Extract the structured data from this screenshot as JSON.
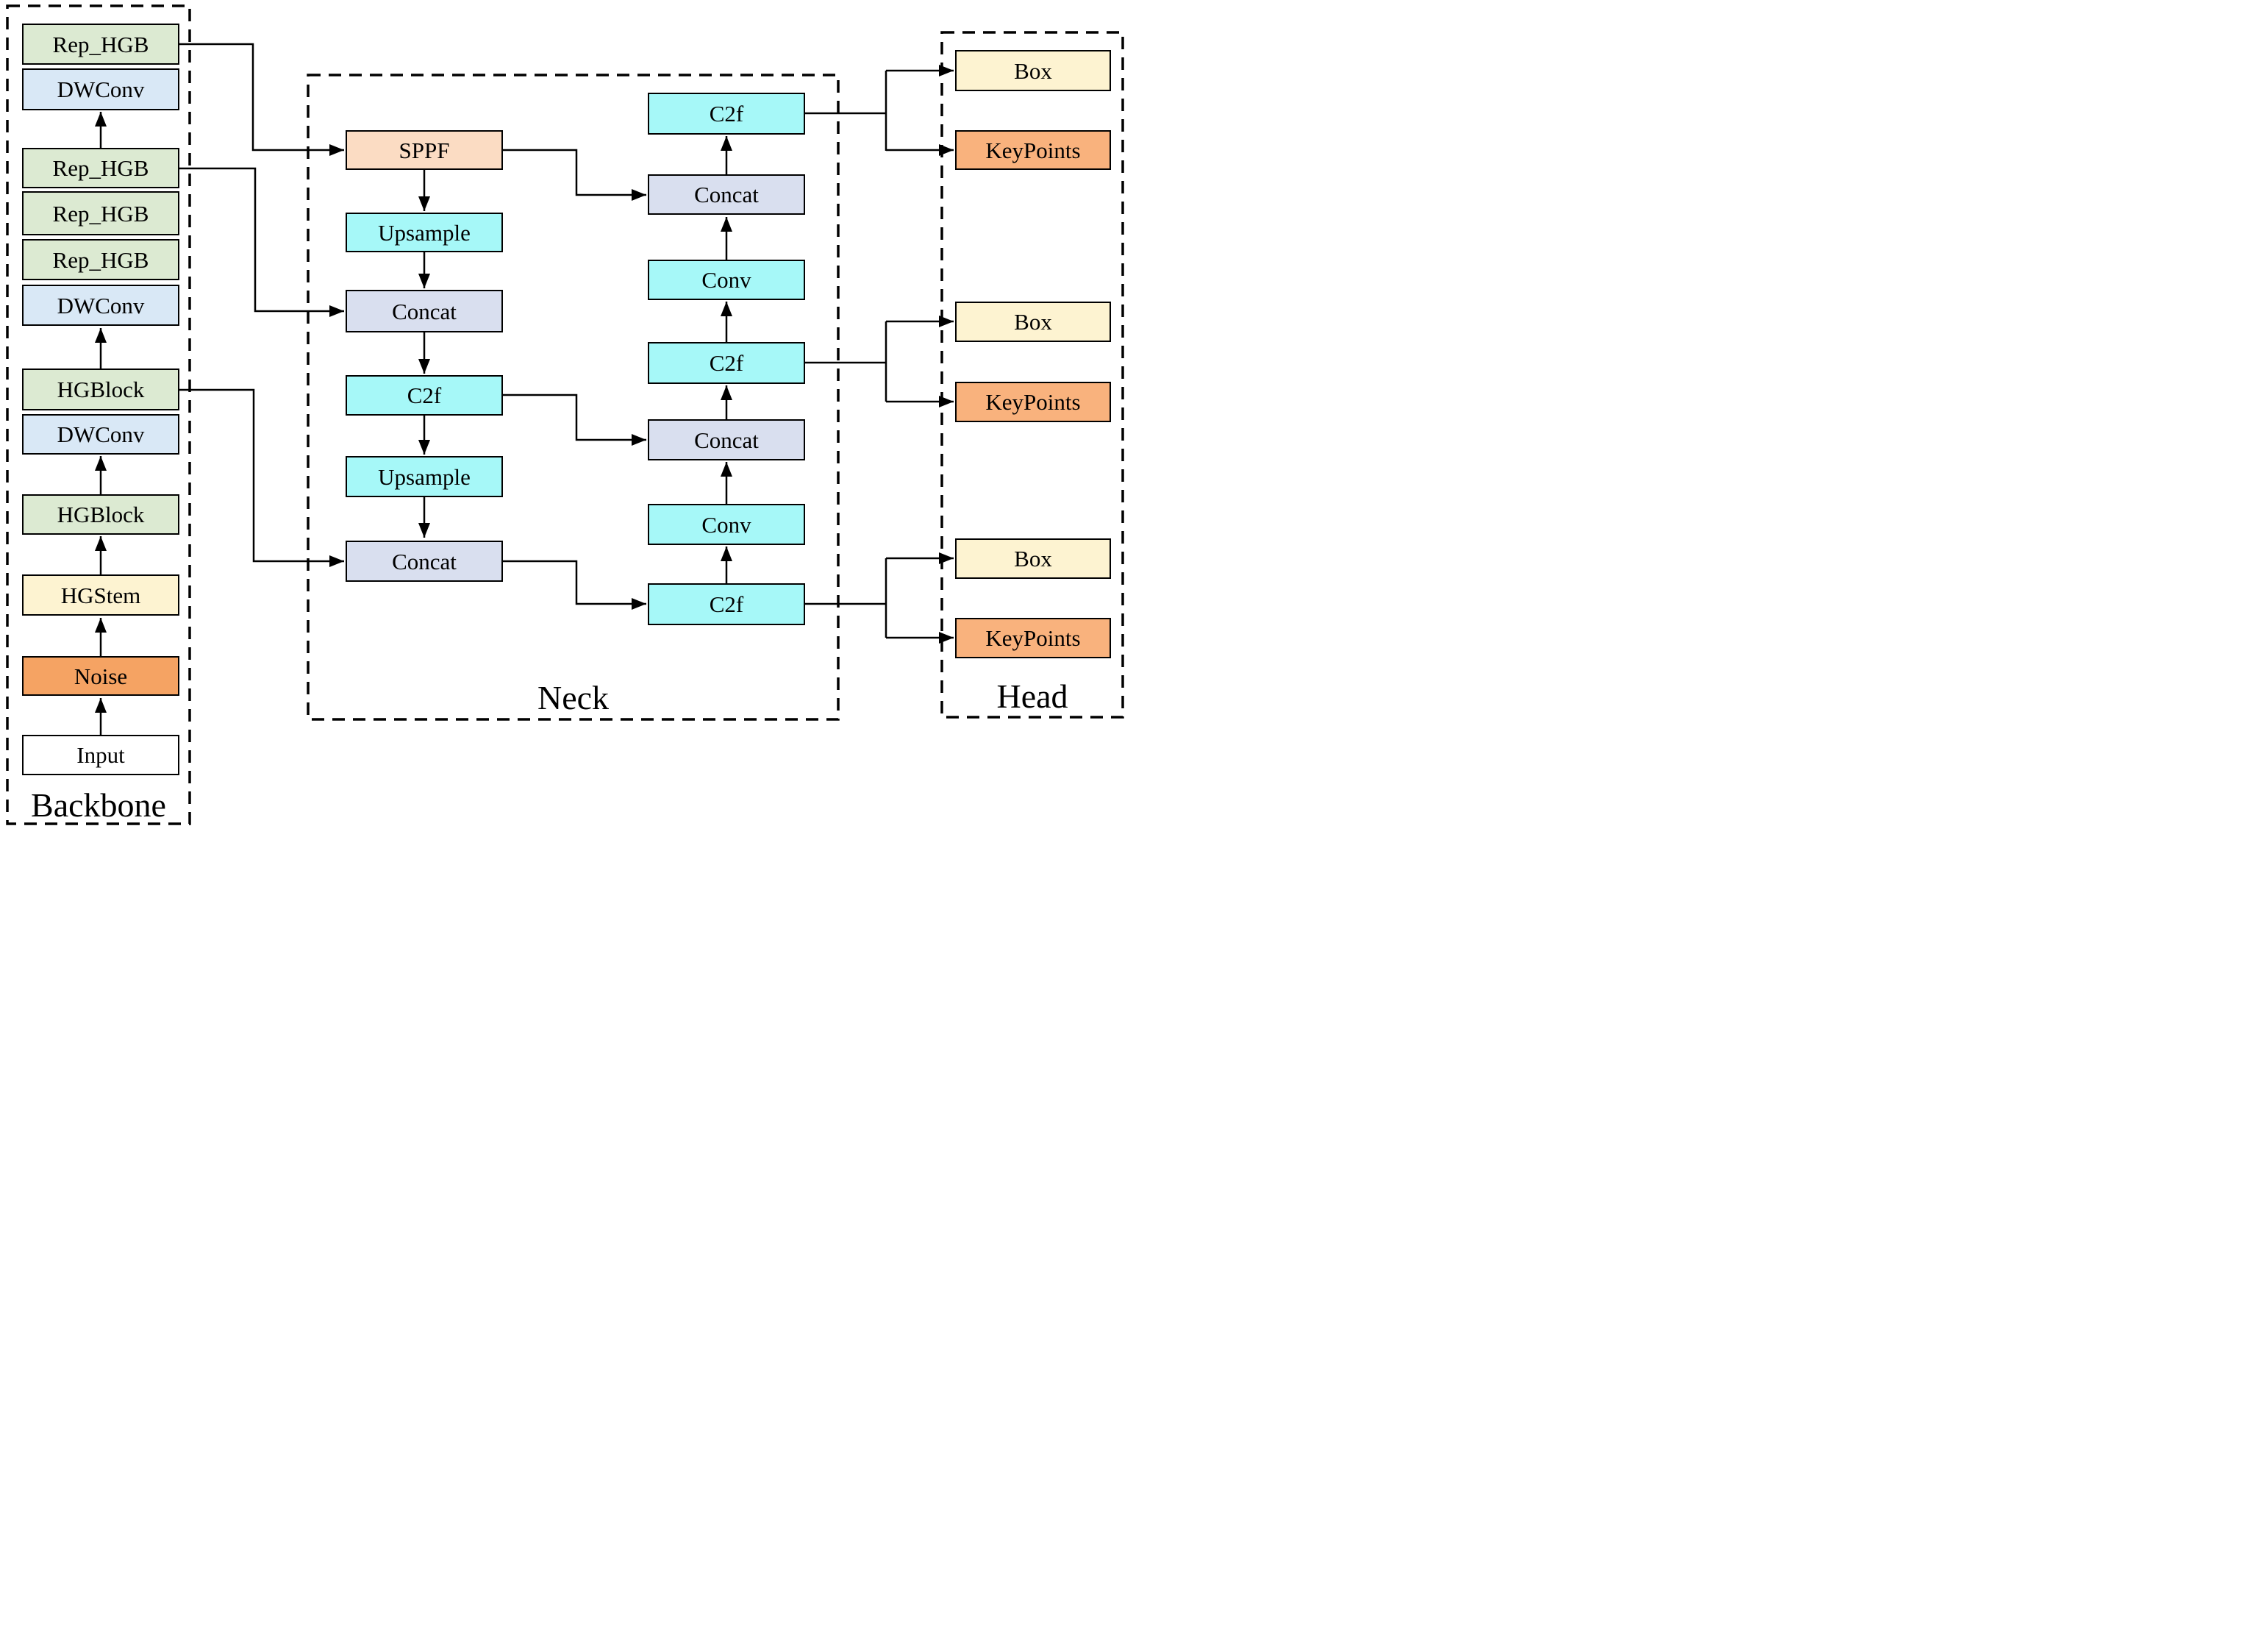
{
  "figure": {
    "kind": "neural-network-architecture-diagram",
    "sections": {
      "backbone": {
        "label": "Backbone",
        "blocks": [
          "Rep_HGB",
          "DWConv",
          "Rep_HGB",
          "Rep_HGB",
          "Rep_HGB",
          "DWConv",
          "HGBlock",
          "DWConv",
          "HGBlock",
          "HGStem",
          "Noise",
          "Input"
        ]
      },
      "neck": {
        "label": "Neck",
        "left_column": [
          "SPPF",
          "Upsample",
          "Concat",
          "C2f",
          "Upsample",
          "Concat"
        ],
        "right_column": [
          "C2f",
          "Concat",
          "Conv",
          "C2f",
          "Concat",
          "Conv",
          "C2f"
        ]
      },
      "head": {
        "label": "Head",
        "outputs": [
          {
            "box": "Box",
            "keypoints": "KeyPoints"
          },
          {
            "box": "Box",
            "keypoints": "KeyPoints"
          },
          {
            "box": "Box",
            "keypoints": "KeyPoints"
          }
        ]
      }
    },
    "colors": {
      "block_green": "#DCEAD2",
      "block_light_blue": "#D9E8F6",
      "block_yellow": "#FDF3D1",
      "block_orange": "#F5A363",
      "block_white": "#FFFFFF",
      "block_peach": "#FBDCC3",
      "block_cyan": "#A6F8F8",
      "block_lavender": "#D9DFEF",
      "block_keypoints_orange": "#F9B27D",
      "line": "#000000"
    }
  }
}
